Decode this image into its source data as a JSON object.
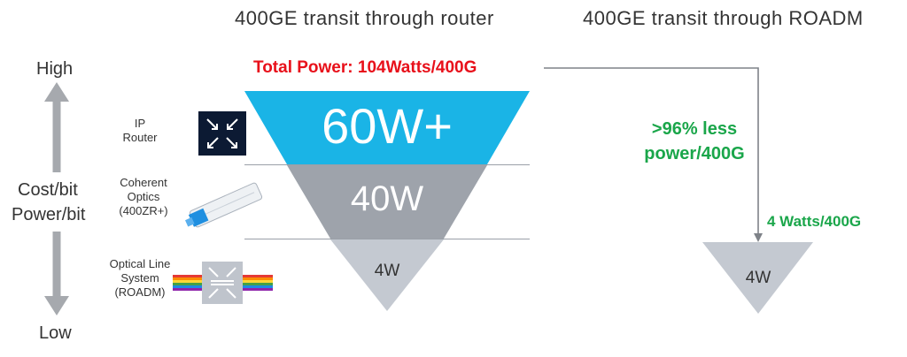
{
  "titles": {
    "router": "400GE transit through router",
    "roadm": "400GE transit through ROADM"
  },
  "axis": {
    "high": "High",
    "low": "Low",
    "metric1": "Cost/bit",
    "metric2": "Power/bit"
  },
  "layers": [
    {
      "name_line1": "IP",
      "name_line2": "Router",
      "name_line3": "",
      "value": "60W+",
      "color": "#1ab4e6"
    },
    {
      "name_line1": "Coherent",
      "name_line2": "Optics",
      "name_line3": "(400ZR+)",
      "value": "40W",
      "color": "#9ea3ab"
    },
    {
      "name_line1": "Optical Line",
      "name_line2": "System",
      "name_line3": "(ROADM)",
      "value": "4W",
      "color": "#c4c9d1"
    }
  ],
  "total_power": "Total Power:  104Watts/400G",
  "savings": {
    "line1": ">96% less",
    "line2": "power/400G"
  },
  "roadm_power": "4 Watts/400G",
  "roadm_value": "4W",
  "colors": {
    "accent_red": "#e8101a",
    "accent_green": "#1aa64a",
    "router_icon_bg": "#0c1a33",
    "arrow_gray": "#a6a9ae"
  }
}
